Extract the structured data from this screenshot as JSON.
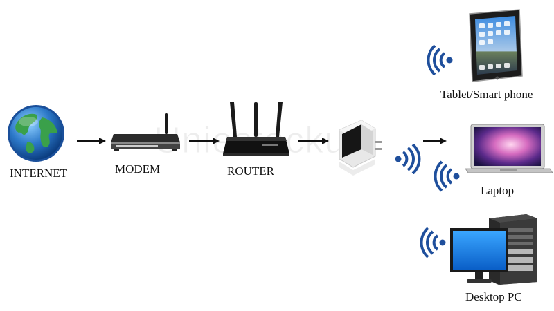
{
  "watermark": "Uniestockuk",
  "nodes": {
    "internet": {
      "label": "INTERNET"
    },
    "modem": {
      "label": "MODEM"
    },
    "router": {
      "label": "ROUTER"
    },
    "extender": {
      "label": ""
    },
    "tablet": {
      "label": "Tablet/Smart phone"
    },
    "laptop": {
      "label": "Laptop"
    },
    "desktop": {
      "label": "Desktop PC"
    }
  },
  "colors": {
    "wifi": "#1f4f9c",
    "arrow": "#111111",
    "globe_ocean": "#2c78c8",
    "globe_land": "#3aa04a",
    "device_dark": "#1a1a1a"
  },
  "icons": [
    "globe-icon",
    "modem-icon",
    "router-icon",
    "wifi-extender-icon",
    "tablet-icon",
    "laptop-icon",
    "desktop-pc-icon",
    "wifi-signal-icon",
    "arrow-right-icon"
  ]
}
